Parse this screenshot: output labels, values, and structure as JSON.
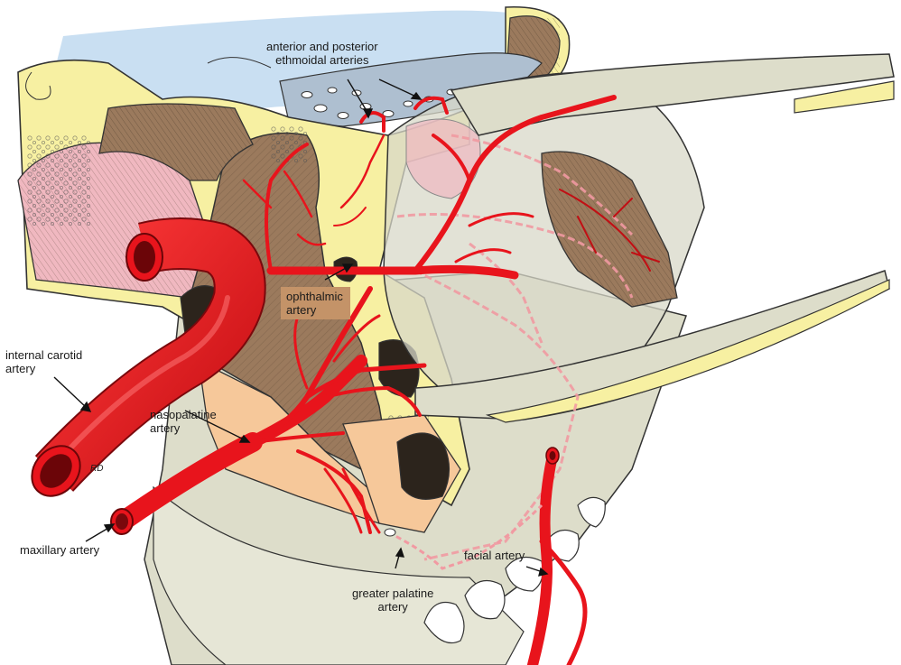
{
  "labels": {
    "ethmoidal": "anterior and posterior\nethmoidal arteries",
    "ophthalmic": "ophthalmic\nartery",
    "internal_carotid": "internal carotid\nartery",
    "nasopalatine": "nasopalatine\nartery",
    "maxillary": "maxillary artery",
    "facial": "facial artery",
    "greater_palatine": "greater palatine\nartery",
    "signature": "RD"
  },
  "colors": {
    "artery": "#e8141c",
    "artery_dark": "#8a0a0e",
    "bone_yellow": "#f7f0a2",
    "sinus_brown": "#9b7a5d",
    "tissue_gray": "#ddddca",
    "pink": "#f0b8c0",
    "skin_orange": "#f6c89a",
    "brain_blue": "#c9dff2",
    "label_box": "#c49368"
  }
}
